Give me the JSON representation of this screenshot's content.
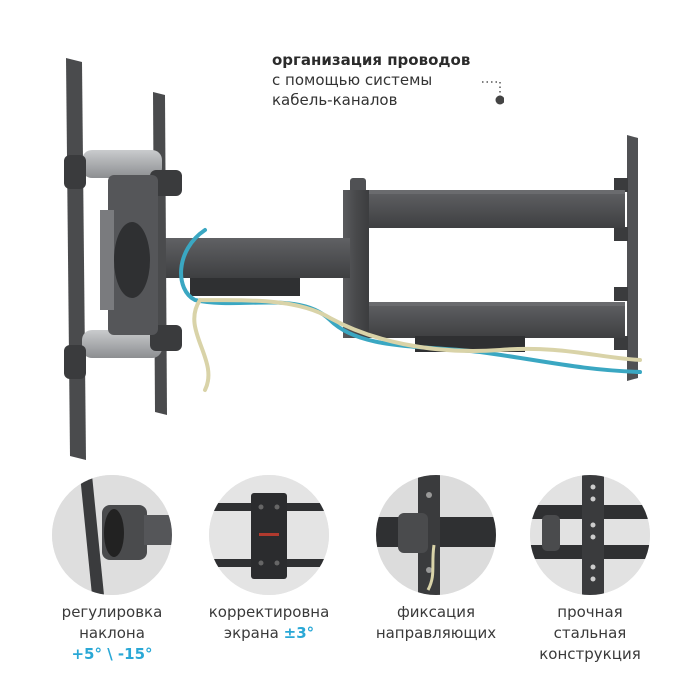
{
  "callout": {
    "line1": "организация проводов",
    "line2": "с помощью системы",
    "line3": "кабель-каналов"
  },
  "features": [
    {
      "icon": "tilt-joint-icon",
      "line1": "регулировка",
      "line2": "наклона",
      "accent": "+5° \\ -15°"
    },
    {
      "icon": "screen-plate-icon",
      "line1": "корректировна",
      "line2": "экрана ",
      "accent": "±3°"
    },
    {
      "icon": "rail-lock-icon",
      "line1": "фиксация",
      "line2": "направляющих",
      "accent": ""
    },
    {
      "icon": "steel-frame-icon",
      "line1": "прочная",
      "line2": "стальная",
      "line3": "конструкция"
    }
  ],
  "colors": {
    "accent": "#2aa8d6",
    "metal": "#4a4b4d",
    "cable_blue": "#3aa7c2",
    "cable_cream": "#d9d3a8"
  }
}
